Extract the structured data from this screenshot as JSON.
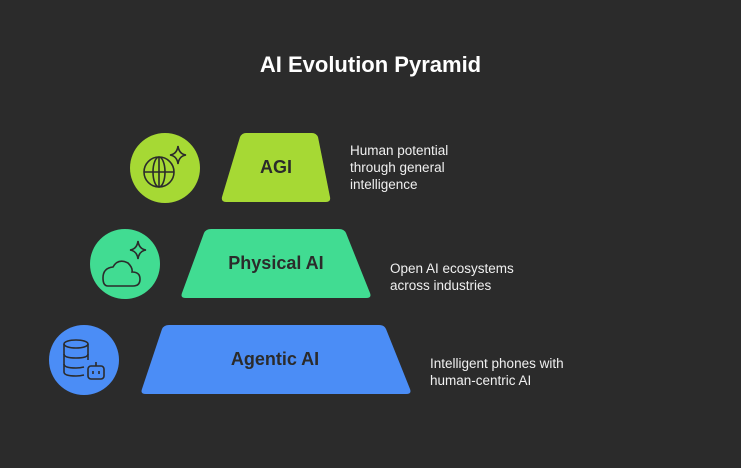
{
  "title": "AI Evolution Pyramid",
  "levels": [
    {
      "label": "AGI",
      "description_lines": [
        "Human potential",
        "through general",
        "intelligence"
      ],
      "color": "#a6d934",
      "icon": "globe-sparkle-icon"
    },
    {
      "label": "Physical AI",
      "description_lines": [
        "Open AI ecosystems",
        "across industries"
      ],
      "color": "#41dc92",
      "icon": "cloud-sparkle-icon"
    },
    {
      "label": "Agentic AI",
      "description_lines": [
        "Intelligent phones with",
        "human-centric AI"
      ],
      "color": "#4b8df6",
      "icon": "database-robot-icon"
    }
  ]
}
